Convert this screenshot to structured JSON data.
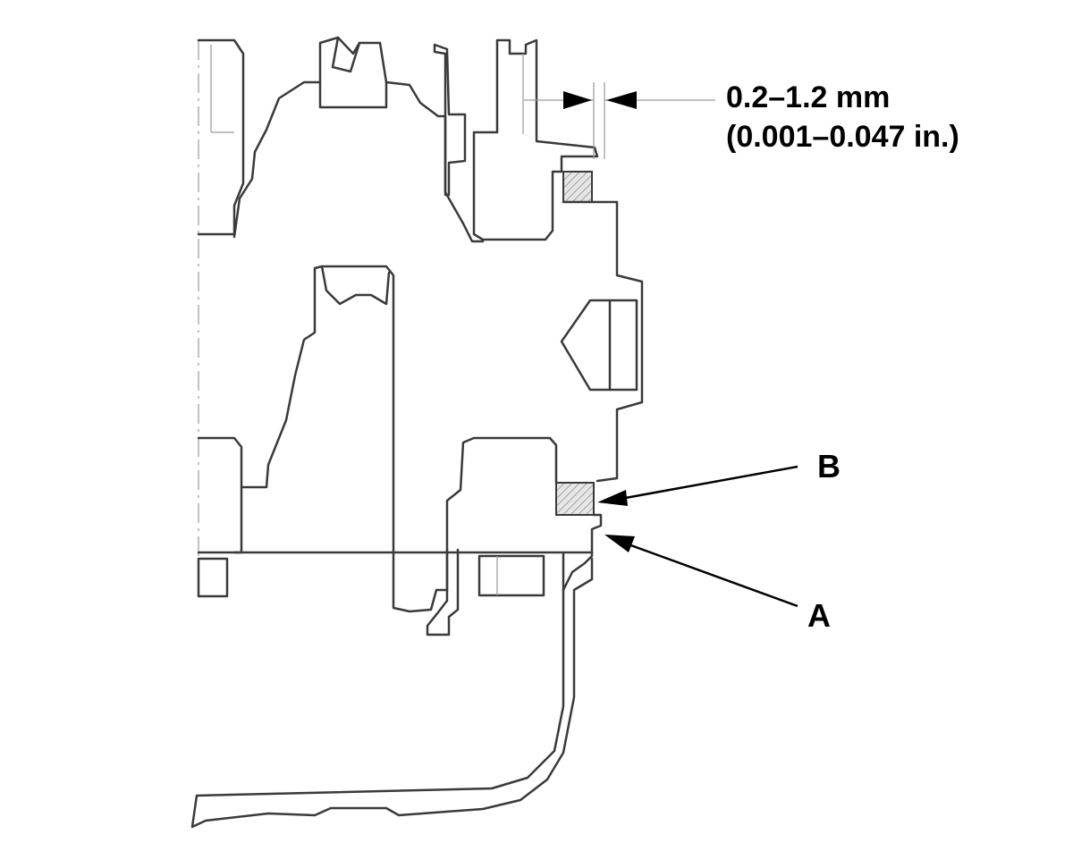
{
  "dimension": {
    "metric": "0.2–1.2 mm",
    "imperial": "(0.001–0.047 in.)"
  },
  "callouts": {
    "b": "B",
    "a": "A"
  },
  "colors": {
    "line": "#3a3a3a",
    "leader": "#000000",
    "hatch": "#bdbdbd"
  }
}
